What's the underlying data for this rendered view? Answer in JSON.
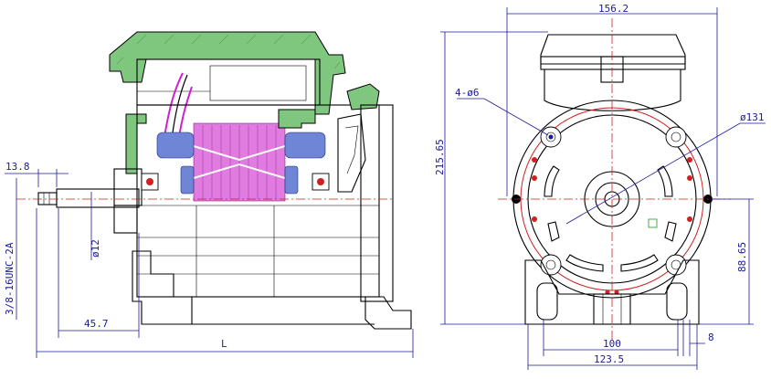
{
  "colors": {
    "dimension": "#1a1a9a",
    "centerline": "#cc2020",
    "housing": "#7fc77f",
    "coil": "#e07be0",
    "winding": "#6f86d6"
  },
  "side_view": {
    "dims": {
      "shaft_end": "13.8",
      "thread": "3/8-16UNC-2A",
      "shaft_dia": "ø12",
      "shaft_length": "45.7",
      "overall_length": "L"
    }
  },
  "front_view": {
    "dims": {
      "width": "156.2",
      "height": "215.65",
      "holes": "4-ø6",
      "circle_dia": "ø131",
      "center_height": "88.65",
      "base_inner": "100",
      "base_outer": "123.5",
      "foot_width": "8"
    }
  }
}
